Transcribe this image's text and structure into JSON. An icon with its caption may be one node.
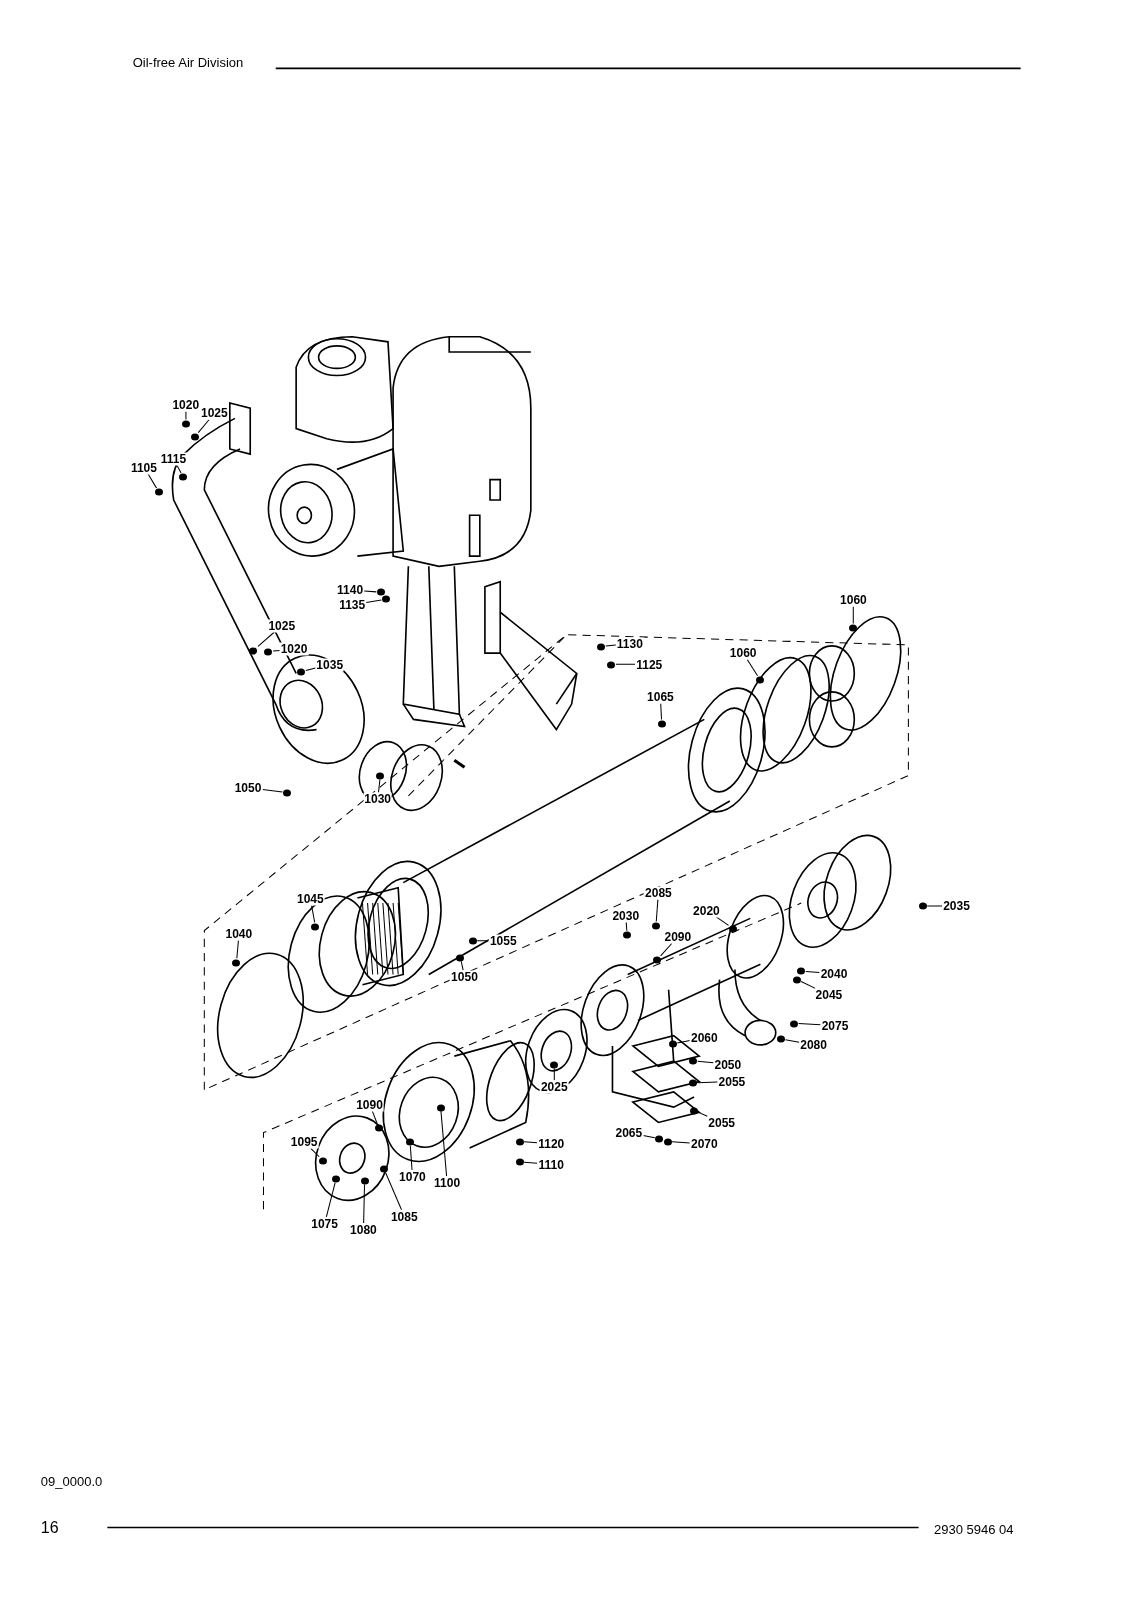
{
  "diagram": {
    "nodes": [
      {
        "text": [
          "1020"
        ]
      },
      {
        "text": [
          "1025"
        ]
      },
      {
        "text": [
          "1115"
        ]
      },
      {
        "text": [
          "1105"
        ]
      },
      {
        "text": [
          "1140"
        ]
      },
      {
        "text": [
          "1135"
        ]
      },
      {
        "text": [
          "1025"
        ]
      },
      {
        "text": [
          "1020"
        ]
      },
      {
        "text": [
          "1035"
        ]
      },
      {
        "text": [
          "1130"
        ]
      },
      {
        "text": [
          "1125"
        ]
      },
      {
        "text": [
          "1060"
        ]
      },
      {
        "text": [
          "1060"
        ]
      },
      {
        "text": [
          "1065"
        ]
      },
      {
        "text": [
          "1050"
        ]
      },
      {
        "text": [
          "1030"
        ]
      },
      {
        "text": [
          "1045"
        ]
      },
      {
        "text": [
          "1040"
        ]
      },
      {
        "text": [
          "1055"
        ]
      },
      {
        "text": [
          "1050"
        ]
      },
      {
        "text": [
          "2085"
        ]
      },
      {
        "text": [
          "2030"
        ]
      },
      {
        "text": [
          "2020"
        ]
      },
      {
        "text": [
          "2090"
        ]
      },
      {
        "text": [
          "2035"
        ]
      },
      {
        "text": [
          "2040"
        ]
      },
      {
        "text": [
          "2045"
        ]
      },
      {
        "text": [
          "2075"
        ]
      },
      {
        "text": [
          "2080"
        ]
      },
      {
        "text": [
          "2060"
        ]
      },
      {
        "text": [
          "2050"
        ]
      },
      {
        "text": [
          "2055"
        ]
      },
      {
        "text": [
          "2025"
        ]
      },
      {
        "text": [
          "2055"
        ]
      },
      {
        "text": [
          "2065"
        ]
      },
      {
        "text": [
          "2070"
        ]
      },
      {
        "text": [
          "1120"
        ]
      },
      {
        "text": [
          "1110"
        ]
      },
      {
        "text": [
          "1090"
        ]
      },
      {
        "text": [
          "1095"
        ]
      },
      {
        "text": [
          "1070"
        ]
      },
      {
        "text": [
          "1100"
        ]
      },
      {
        "text": [
          "1075"
        ]
      },
      {
        "text": [
          "1080"
        ]
      },
      {
        "text": [
          "1085"
        ]
      },
      {
        "text": [],
        "shape": "circle"
      },
      {
        "text": [],
        "shape": "circle"
      },
      {
        "text": [],
        "shape": "circle"
      },
      {
        "text": [],
        "shape": "circle"
      },
      {
        "text": [],
        "shape": "circle"
      },
      {
        "text": [],
        "shape": "circle"
      },
      {
        "text": [],
        "shape": "circle"
      },
      {
        "text": [],
        "shape": "circle"
      },
      {
        "text": [],
        "shape": "circle"
      },
      {
        "text": [],
        "shape": "circle"
      },
      {
        "text": [],
        "shape": "circle"
      },
      {
        "text": [],
        "shape": "circle"
      },
      {
        "text": [],
        "shape": "circle"
      },
      {
        "text": [],
        "shape": "circle"
      },
      {
        "text": [],
        "shape": "circle"
      },
      {
        "text": [],
        "shape": "circle"
      },
      {
        "text": [],
        "shape": "circle"
      },
      {
        "text": [],
        "shape": "circle"
      },
      {
        "text": [],
        "shape": "circle"
      },
      {
        "text": [],
        "shape": "circle"
      },
      {
        "text": [],
        "shape": "circle"
      },
      {
        "text": [],
        "shape": "circle"
      },
      {
        "text": [],
        "shape": "circle"
      },
      {
        "text": [],
        "shape": "circle"
      },
      {
        "text": [],
        "shape": "circle"
      },
      {
        "text": [],
        "shape": "circle"
      },
      {
        "text": [],
        "shape": "circle"
      },
      {
        "text": [],
        "shape": "circle"
      },
      {
        "text": [],
        "shape": "circle"
      },
      {
        "text": [],
        "shape": "circle"
      },
      {
        "text": [],
        "shape": "circle"
      },
      {
        "text": [],
        "shape": "circle"
      },
      {
        "text": [],
        "shape": "circle"
      },
      {
        "text": [],
        "shape": "circle"
      },
      {
        "text": [],
        "shape": "circle"
      },
      {
        "text": [],
        "shape": "circle"
      },
      {
        "text": [],
        "shape": "circle"
      },
      {
        "text": [],
        "shape": "circle"
      },
      {
        "text": [],
        "shape": "circle"
      },
      {
        "text": [],
        "shape": "circle"
      },
      {
        "text": [],
        "shape": "circle"
      },
      {
        "text": [],
        "shape": "circle"
      },
      {
        "text": [],
        "shape": "circle"
      },
      {
        "text": [],
        "shape": "circle"
      },
      {
        "text": [],
        "shape": "circle"
      }
    ],
    "edges": [
      {
        "from": 0,
        "to": 45,
        "arrow": "none"
      },
      {
        "from": 1,
        "to": 46,
        "arrow": "none"
      },
      {
        "from": 2,
        "to": 47,
        "arrow": "none"
      },
      {
        "from": 3,
        "to": 48,
        "arrow": "none"
      },
      {
        "from": 4,
        "to": 49,
        "arrow": "none"
      },
      {
        "from": 5,
        "to": 50,
        "arrow": "none"
      },
      {
        "from": 6,
        "to": 51,
        "arrow": "none"
      },
      {
        "from": 7,
        "to": 52,
        "arrow": "none"
      },
      {
        "from": 8,
        "to": 53,
        "arrow": "none"
      },
      {
        "from": 9,
        "to": 54,
        "arrow": "none"
      },
      {
        "from": 10,
        "to": 55,
        "arrow": "none"
      },
      {
        "from": 11,
        "to": 56,
        "arrow": "none"
      },
      {
        "from": 12,
        "to": 57,
        "arrow": "none"
      },
      {
        "from": 13,
        "to": 58,
        "arrow": "none"
      },
      {
        "from": 14,
        "to": 59,
        "arrow": "none"
      },
      {
        "from": 15,
        "to": 60,
        "arrow": "none"
      },
      {
        "from": 16,
        "to": 61,
        "arrow": "none"
      },
      {
        "from": 17,
        "to": 62,
        "arrow": "none"
      },
      {
        "from": 18,
        "to": 63,
        "arrow": "none"
      },
      {
        "from": 19,
        "to": 64,
        "arrow": "none"
      },
      {
        "from": 20,
        "to": 65,
        "arrow": "none"
      },
      {
        "from": 21,
        "to": 66,
        "arrow": "none"
      },
      {
        "from": 22,
        "to": 67,
        "arrow": "none"
      },
      {
        "from": 23,
        "to": 68,
        "arrow": "none"
      },
      {
        "from": 24,
        "to": 69,
        "arrow": "none"
      },
      {
        "from": 25,
        "to": 70,
        "arrow": "none"
      },
      {
        "from": 26,
        "to": 71,
        "arrow": "none"
      },
      {
        "from": 27,
        "to": 72,
        "arrow": "none"
      },
      {
        "from": 28,
        "to": 73,
        "arrow": "none"
      },
      {
        "from": 29,
        "to": 74,
        "arrow": "none"
      },
      {
        "from": 30,
        "to": 75,
        "arrow": "none"
      },
      {
        "from": 31,
        "to": 76,
        "arrow": "none"
      },
      {
        "from": 32,
        "to": 77,
        "arrow": "none"
      },
      {
        "from": 33,
        "to": 78,
        "arrow": "none"
      },
      {
        "from": 34,
        "to": 79,
        "arrow": "none"
      },
      {
        "from": 35,
        "to": 80,
        "arrow": "none"
      },
      {
        "from": 36,
        "to": 81,
        "arrow": "none"
      },
      {
        "from": 37,
        "to": 82,
        "arrow": "none"
      },
      {
        "from": 38,
        "to": 83,
        "arrow": "none"
      },
      {
        "from": 39,
        "to": 84,
        "arrow": "none"
      },
      {
        "from": 40,
        "to": 85,
        "arrow": "none"
      },
      {
        "from": 41,
        "to": 86,
        "arrow": "none"
      },
      {
        "from": 42,
        "to": 87,
        "arrow": "none"
      },
      {
        "from": 43,
        "to": 88,
        "arrow": "none"
      },
      {
        "from": 44,
        "to": 89,
        "arrow": "none"
      }
    ],
    "labels": [
      "Oil-free Air Division",
      "09_0000.0",
      "16",
      "2930 5946 04"
    ]
  }
}
